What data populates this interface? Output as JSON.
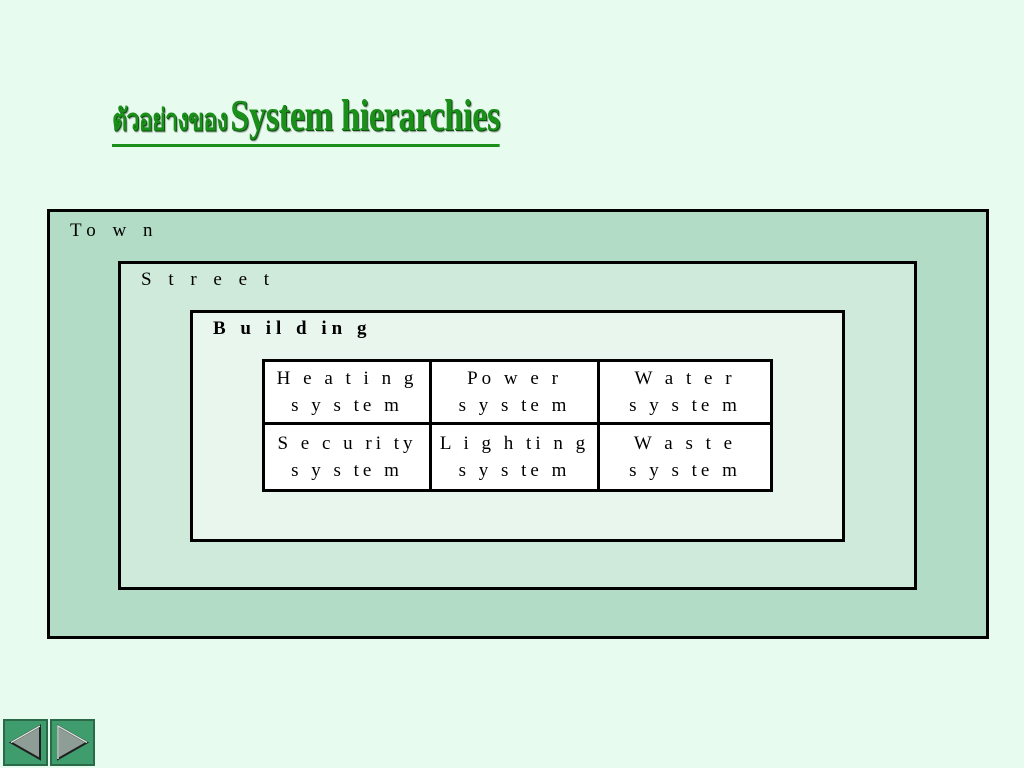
{
  "title": {
    "thai": "ตัวอย่างของ",
    "english": "System hierarchies"
  },
  "diagram": {
    "town_label": "To w n",
    "street_label": "S t r e e t",
    "building_label": "B u il d in g",
    "systems": [
      {
        "line1": "H e a t i n g",
        "line2": "s y s te m"
      },
      {
        "line1": "Po w e r",
        "line2": "s y s te m"
      },
      {
        "line1": "W a t e r",
        "line2": "s y s te m"
      },
      {
        "line1": "S e c u ri ty",
        "line2": "s y s te m"
      },
      {
        "line1": "L i g h ti n g",
        "line2": "s y s te m"
      },
      {
        "line1": "W a s t e",
        "line2": "s y s te m"
      }
    ]
  },
  "navigation": {
    "prev_icon": "triangle-left-icon",
    "next_icon": "triangle-right-icon"
  },
  "colors": {
    "background": "#e8fbef",
    "title": "#1a8f1a",
    "town_fill": "#b2dcc6",
    "street_fill": "#cfe9da",
    "building_fill": "#e8f6ee",
    "nav_button": "#3f9c6c"
  }
}
